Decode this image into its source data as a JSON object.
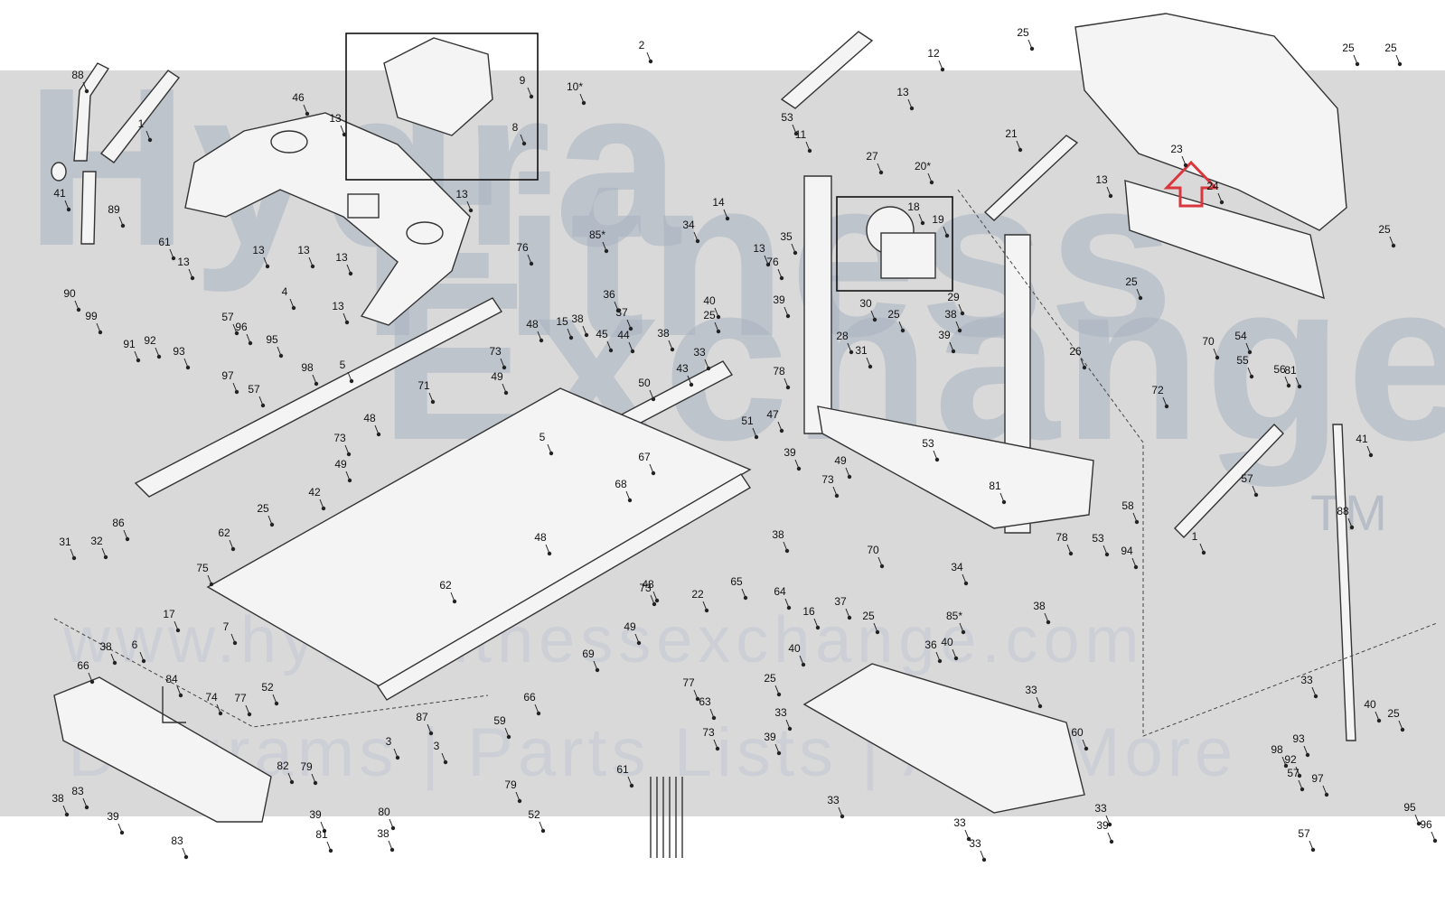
{
  "watermark": {
    "line1": "Hydra",
    "line2": "Fitness",
    "line3": "Exchange",
    "trademark": "TM",
    "url": "www.hydrafitnessexchange.com",
    "tagline": "Diagrams | Parts Lists | And More"
  },
  "highlight_color": "#d9363e",
  "callouts": [
    "88",
    "1",
    "41",
    "89",
    "46",
    "13",
    "13",
    "13",
    "61",
    "13",
    "13",
    "13",
    "4",
    "13",
    "10*",
    "9",
    "8",
    "2",
    "12",
    "13",
    "53",
    "11",
    "27",
    "20*",
    "18",
    "19",
    "21",
    "13",
    "23",
    "24",
    "25",
    "25",
    "25",
    "81",
    "25",
    "25",
    "14",
    "35",
    "85*",
    "34",
    "36",
    "37",
    "38",
    "40",
    "25",
    "13",
    "76",
    "39",
    "78",
    "43",
    "33",
    "44",
    "45",
    "15",
    "48",
    "38",
    "50",
    "73",
    "49",
    "71",
    "48",
    "73",
    "49",
    "5",
    "5",
    "76",
    "90",
    "99",
    "91",
    "92",
    "93",
    "57",
    "96",
    "95",
    "97",
    "57",
    "98",
    "42",
    "25",
    "62",
    "31",
    "32",
    "86",
    "17",
    "6",
    "38",
    "75",
    "7",
    "62",
    "48",
    "67",
    "68",
    "48",
    "73",
    "47",
    "51",
    "39",
    "38",
    "49",
    "53",
    "81",
    "72",
    "26",
    "70",
    "54",
    "55",
    "56",
    "25",
    "28",
    "31",
    "30",
    "29",
    "38",
    "39",
    "78",
    "53",
    "58",
    "57",
    "1",
    "41",
    "88",
    "94",
    "70",
    "64",
    "34",
    "85*",
    "40",
    "36",
    "25",
    "37",
    "38",
    "65",
    "22",
    "73",
    "49",
    "69",
    "66",
    "87",
    "59",
    "3",
    "66",
    "84",
    "74",
    "77",
    "52",
    "3",
    "82",
    "79",
    "38",
    "83",
    "39",
    "83",
    "39",
    "81",
    "80",
    "38",
    "79",
    "52",
    "77",
    "63",
    "73",
    "61",
    "16",
    "40",
    "25",
    "33",
    "39",
    "33",
    "60",
    "33",
    "33",
    "33",
    "33",
    "39",
    "33",
    "40",
    "25",
    "98",
    "93",
    "92",
    "57",
    "97",
    "95",
    "96",
    "57",
    "91",
    "90",
    "99"
  ]
}
